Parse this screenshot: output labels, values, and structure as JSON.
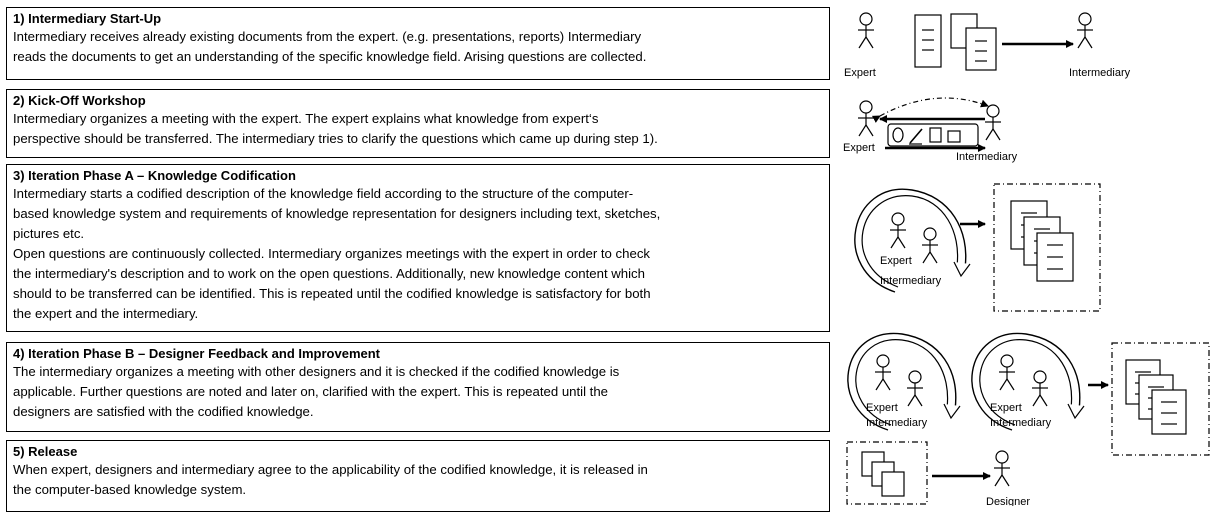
{
  "steps": [
    {
      "title": "1) Intermediary Start-Up",
      "lines": [
        "Intermediary receives already existing documents from the expert. (e.g. presentations, reports) Intermediary",
        "reads the documents to get an understanding of the specific knowledge field. Arising questions are collected."
      ]
    },
    {
      "title": "2) Kick-Off Workshop",
      "lines": [
        "Intermediary organizes a meeting with the expert. The expert explains what knowledge from expert‘s",
        "perspective should be transferred. The intermediary tries to clarify the questions which came up during step 1)."
      ]
    },
    {
      "title": "3) Iteration Phase A – Knowledge Codification",
      "lines": [
        "Intermediary starts a codified description of the knowledge field according to the structure of the computer-",
        "based knowledge system and requirements of knowledge representation for designers including text, sketches,",
        "pictures etc.",
        "Open questions are continuously collected. Intermediary organizes meetings with the expert in order to check",
        "the intermediary's description and to work on the open questions. Additionally, new knowledge content which",
        "should to be transferred can be identified. This is repeated until the codified knowledge is satisfactory for both",
        "the expert and the intermediary."
      ]
    },
    {
      "title": "4) Iteration Phase B – Designer Feedback and Improvement",
      "lines": [
        "The intermediary organizes a meeting with other designers and it is checked if the codified knowledge is",
        "applicable. Further questions are noted and later on, clarified with the expert. This is repeated until the",
        "designers are satisfied with the codified knowledge."
      ]
    },
    {
      "title": "5) Release",
      "lines": [
        "When expert, designers and intermediary agree to the applicability of the codified knowledge, it is released in",
        "the computer-based knowledge system."
      ]
    }
  ],
  "labels": {
    "expert": "Expert",
    "intermediary": "Intermediary",
    "designer": "Designer"
  }
}
